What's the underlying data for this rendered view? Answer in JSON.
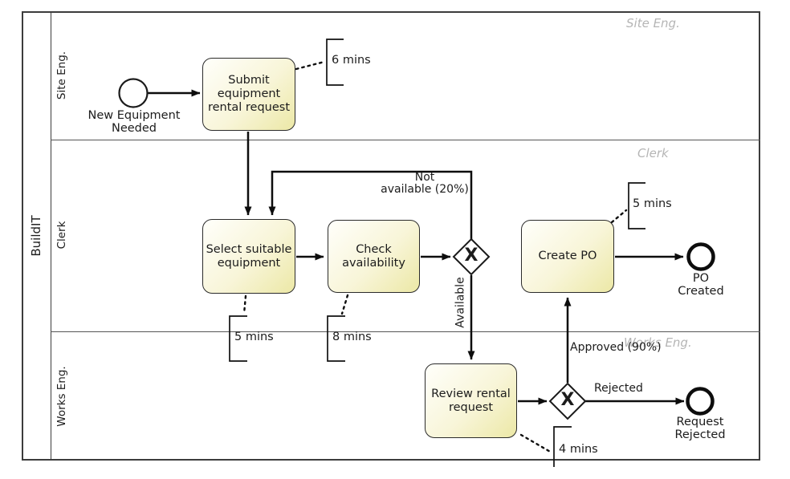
{
  "pool": {
    "label": "BuildIT"
  },
  "lanes": [
    {
      "label": "Site Eng.",
      "corner_label": "Site Eng."
    },
    {
      "label": "Clerk",
      "corner_label": "Clerk"
    },
    {
      "label": "Works Eng.",
      "corner_label": "Works Eng."
    }
  ],
  "events": {
    "start": {
      "line1": "New Equipment",
      "line2": "Needed"
    },
    "po_created": {
      "line1": "PO",
      "line2": "Created"
    },
    "request_rejected": {
      "line1": "Request",
      "line2": "Rejected"
    }
  },
  "tasks": {
    "submit": {
      "line1": "Submit",
      "line2": "equipment",
      "line3": "rental request",
      "duration": "6 mins"
    },
    "select": {
      "line1": "Select suitable",
      "line2": "equipment",
      "duration": "5 mins"
    },
    "check": {
      "line1": "Check",
      "line2": "availability",
      "duration": "8 mins"
    },
    "create_po": {
      "line1": "Create PO",
      "duration": "5 mins"
    },
    "review": {
      "line1": "Review rental",
      "line2": "request",
      "duration": "4 mins"
    }
  },
  "gateways": {
    "availability": {
      "symbol": "X"
    },
    "approval": {
      "symbol": "X"
    }
  },
  "flow_labels": {
    "not_available_line1": "Not",
    "not_available_line2": "available (20%)",
    "available": "Available",
    "approved": "Approved (90%)",
    "rejected": "Rejected"
  },
  "colors": {
    "task_fill_light": "#fffffb",
    "task_fill_dark": "#ece8a6",
    "task_border": "#2b2b2b",
    "flow_line": "#0d0d0d",
    "pool_border": "#3c3c3c",
    "lane_divider": "#555555",
    "muted_corner_label": "#b5b5b5",
    "background": "#ffffff"
  }
}
